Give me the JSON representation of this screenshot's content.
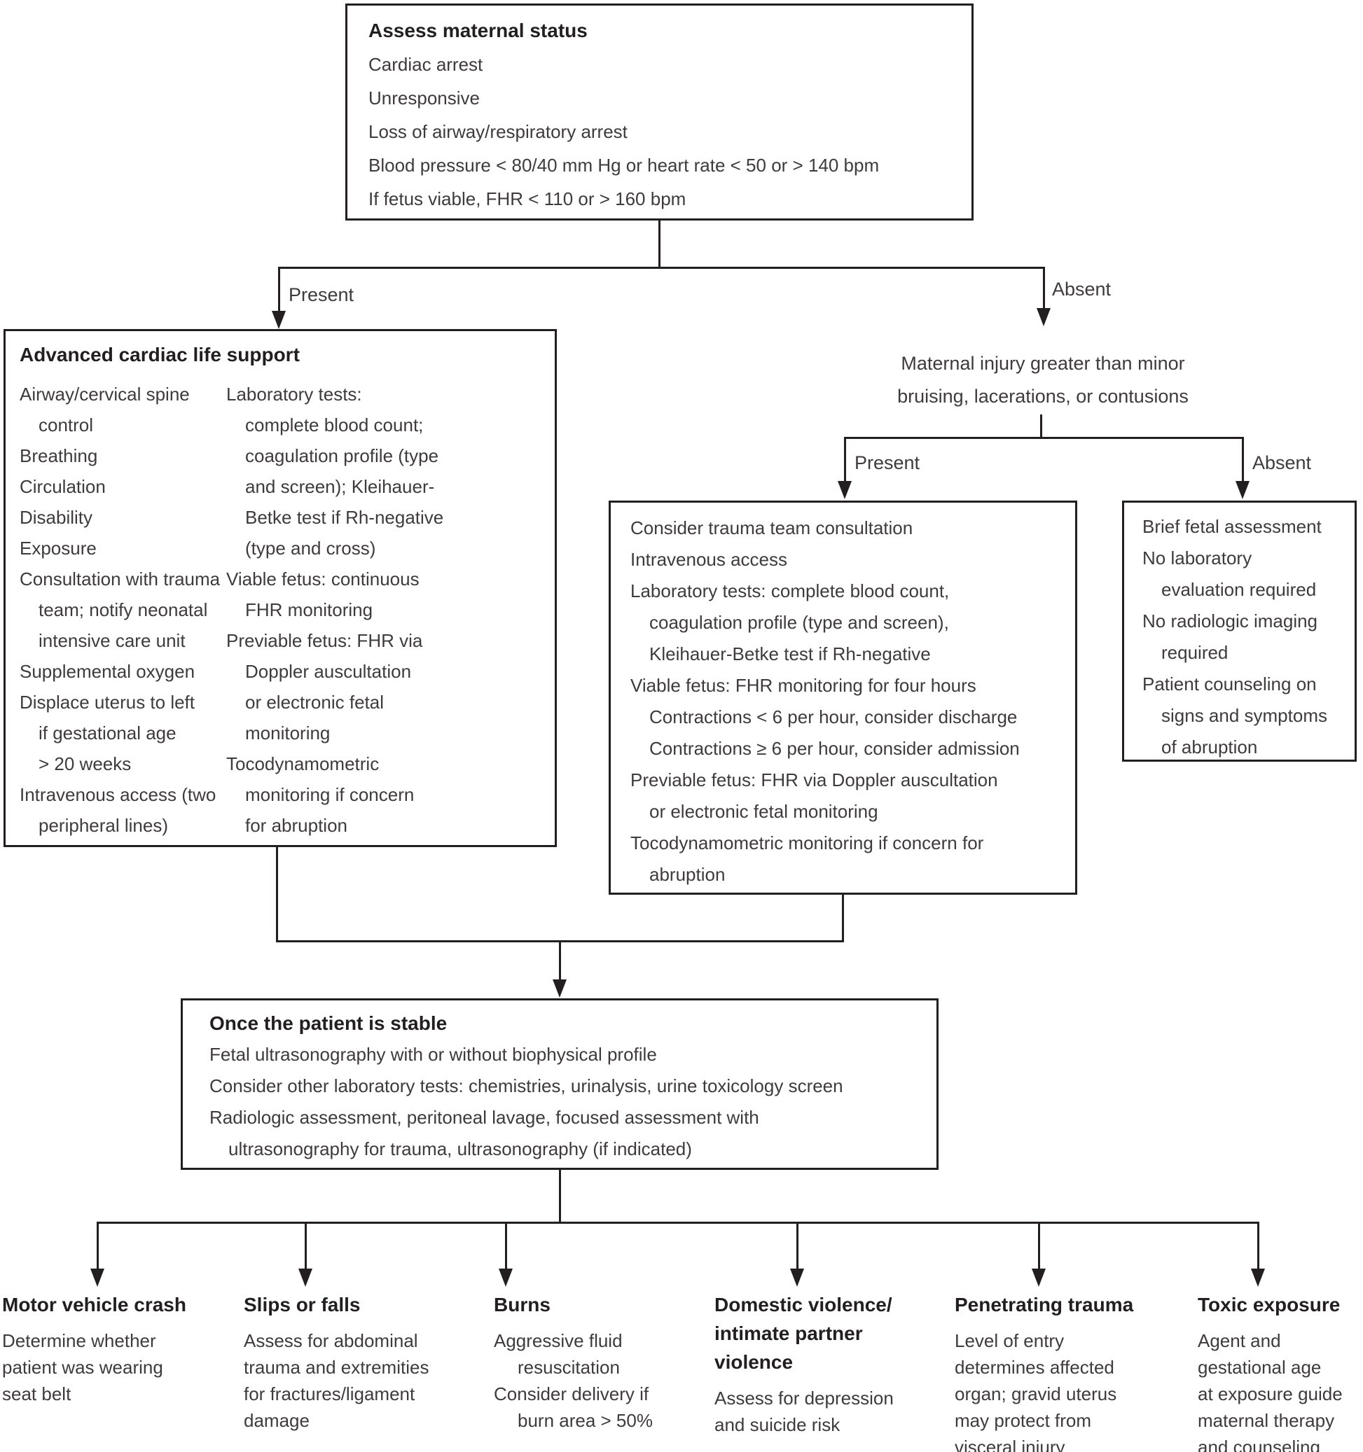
{
  "colors": {
    "ink": "#231f20",
    "text": "#3f3b3c",
    "heading": "#231f20"
  },
  "top_box": {
    "title": "Assess maternal status",
    "lines": [
      "Cardiac arrest",
      "Unresponsive",
      "Loss of airway/respiratory arrest",
      "Blood pressure < 80/40 mm Hg or heart rate < 50 or > 140 bpm",
      "If fetus viable, FHR < 110 or > 160 bpm"
    ]
  },
  "branches": {
    "level1": {
      "present": "Present",
      "absent": "Absent"
    },
    "level2": {
      "present": "Present",
      "absent": "Absent"
    }
  },
  "maternal_injury": {
    "line1": "Maternal injury greater than minor",
    "line2": "bruising, lacerations, or contusions"
  },
  "acls_box": {
    "title": "Advanced cardiac life support",
    "col1_lines": [
      "Airway/cervical spine",
      "control",
      "Breathing",
      "Circulation",
      "Disability",
      "Exposure",
      "Consultation with trauma",
      "team; notify neonatal",
      "intensive care unit",
      "Supplemental oxygen",
      "Displace uterus to left",
      "if gestational age",
      "> 20 weeks",
      "Intravenous access (two",
      "peripheral lines)"
    ],
    "col2_lines": [
      "Laboratory tests:",
      "complete blood count;",
      "coagulation profile (type",
      "and screen); Kleihauer-",
      "Betke test if Rh-negative",
      "(type and cross)",
      "Viable fetus: continuous",
      "FHR monitoring",
      "Previable fetus: FHR via",
      "Doppler auscultation",
      "or electronic fetal",
      "monitoring",
      "Tocodynamometric",
      "monitoring if concern",
      "for abruption"
    ]
  },
  "trauma_box": {
    "lines": [
      "Consider trauma team consultation",
      "Intravenous access",
      "Laboratory tests: complete blood count,",
      "coagulation profile (type and screen),",
      "Kleihauer-Betke test if Rh-negative",
      "Viable fetus: FHR monitoring for four hours",
      "Contractions < 6 per hour, consider discharge",
      "Contractions ≥ 6 per hour, consider admission",
      "Previable fetus: FHR via Doppler auscultation",
      "or electronic fetal monitoring",
      "Tocodynamometric monitoring if concern for",
      "abruption"
    ]
  },
  "brief_box": {
    "lines": [
      "Brief fetal assessment",
      "No laboratory",
      "evaluation required",
      "No radiologic imaging",
      "required",
      "Patient counseling on",
      "signs and symptoms",
      "of abruption"
    ]
  },
  "stable_box": {
    "title": "Once the patient is stable",
    "lines": [
      "Fetal ultrasonography with or without biophysical profile",
      "Consider other laboratory tests: chemistries, urinalysis, urine toxicology screen",
      "Radiologic assessment, peritoneal lavage, focused assessment with",
      "ultrasonography for trauma, ultrasonography (if indicated)"
    ]
  },
  "bottom_columns": [
    {
      "title_lines": [
        "Motor vehicle crash"
      ],
      "body_lines": [
        "Determine whether",
        "patient was wearing",
        "seat belt"
      ]
    },
    {
      "title_lines": [
        "Slips or falls"
      ],
      "body_lines": [
        "Assess for abdominal",
        "trauma and extremities",
        "for fractures/ligament",
        "damage"
      ]
    },
    {
      "title_lines": [
        "Burns"
      ],
      "body_lines": [
        "Aggressive fluid",
        "resuscitation",
        "Consider delivery if",
        "burn area > 50%"
      ]
    },
    {
      "title_lines": [
        "Domestic violence/",
        "intimate partner",
        "violence"
      ],
      "body_lines": [
        "Assess for depression",
        "and suicide risk"
      ]
    },
    {
      "title_lines": [
        "Penetrating trauma"
      ],
      "body_lines": [
        "Level of entry",
        "determines affected",
        "organ; gravid uterus",
        "may protect from",
        "visceral injury"
      ]
    },
    {
      "title_lines": [
        "Toxic exposure"
      ],
      "body_lines": [
        "Agent and",
        "gestational age",
        "at exposure guide",
        "maternal therapy",
        "and counseling"
      ]
    }
  ]
}
